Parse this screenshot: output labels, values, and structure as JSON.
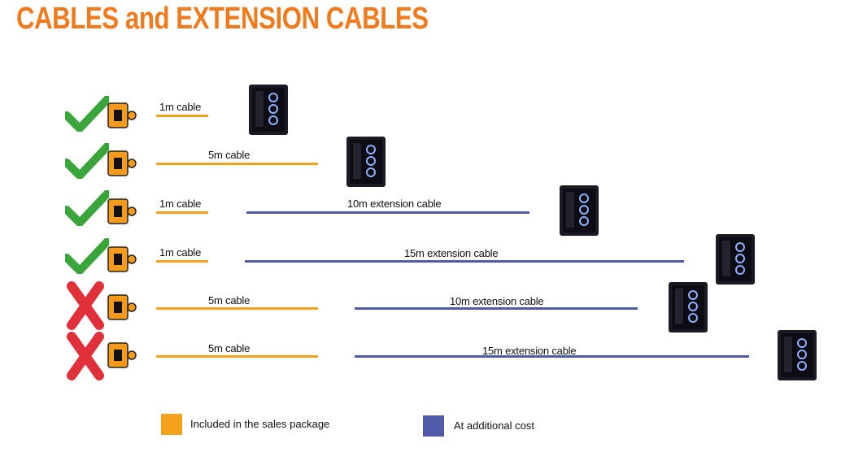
{
  "title": "CABLES and EXTENSION CABLES",
  "colors": {
    "title": "#f07a1e",
    "included_cable": "#f5a11c",
    "extension_cable": "#4f5ba8",
    "check": "#3aa53a",
    "cross": "#e0303a",
    "device": "#f59a1a"
  },
  "rows": [
    {
      "status": "check",
      "cable_label": "1m cable",
      "extension_label": ""
    },
    {
      "status": "check",
      "cable_label": "5m cable",
      "extension_label": ""
    },
    {
      "status": "check",
      "cable_label": "1m cable",
      "extension_label": "10m extension cable"
    },
    {
      "status": "check",
      "cable_label": "1m cable",
      "extension_label": "15m extension cable"
    },
    {
      "status": "cross",
      "cable_label": "5m cable",
      "extension_label": "10m extension cable"
    },
    {
      "status": "cross",
      "cable_label": "5m cable",
      "extension_label": "15m extension cable"
    }
  ],
  "legend": {
    "included": "Included in the sales package",
    "additional": "At additional cost"
  },
  "icons": {
    "status_ok": "check-icon",
    "status_fail": "cross-icon",
    "device": "camera-device-icon",
    "computer": "pc-tower-icon"
  }
}
